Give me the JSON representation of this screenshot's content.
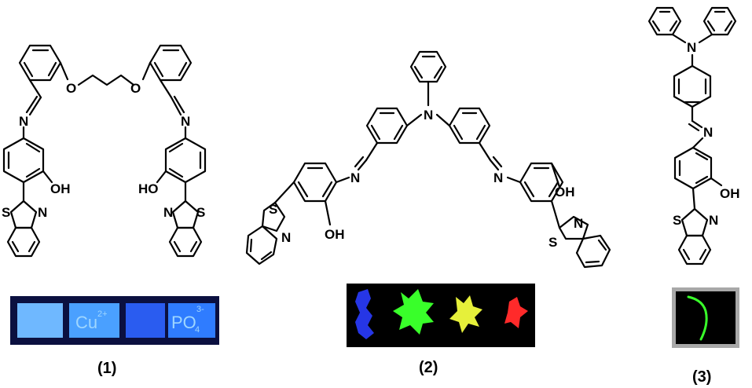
{
  "atoms": {
    "oxygen": "O",
    "nitrogen": "N",
    "sulfur": "S",
    "hydroxyl": "OH",
    "hydroxyl_left": "HO"
  },
  "photos": {
    "photo1_label_a": "Cu",
    "photo1_label_a_sup": "2+",
    "photo1_label_b": "PO",
    "photo1_label_b_sub": "4",
    "photo1_label_b_sup": "3-"
  },
  "captions": {
    "c1": "(1)",
    "c2": "(2)",
    "c3": "(3)"
  },
  "colors": {
    "bond": "#000000",
    "photo_bg": "#0b1040",
    "blue_glow": "#3a6cff",
    "green_glow": "#39ff2a",
    "yellow_glow": "#e6f03a",
    "red_glow": "#ff2a2a",
    "frame": "#a8a8a8"
  }
}
